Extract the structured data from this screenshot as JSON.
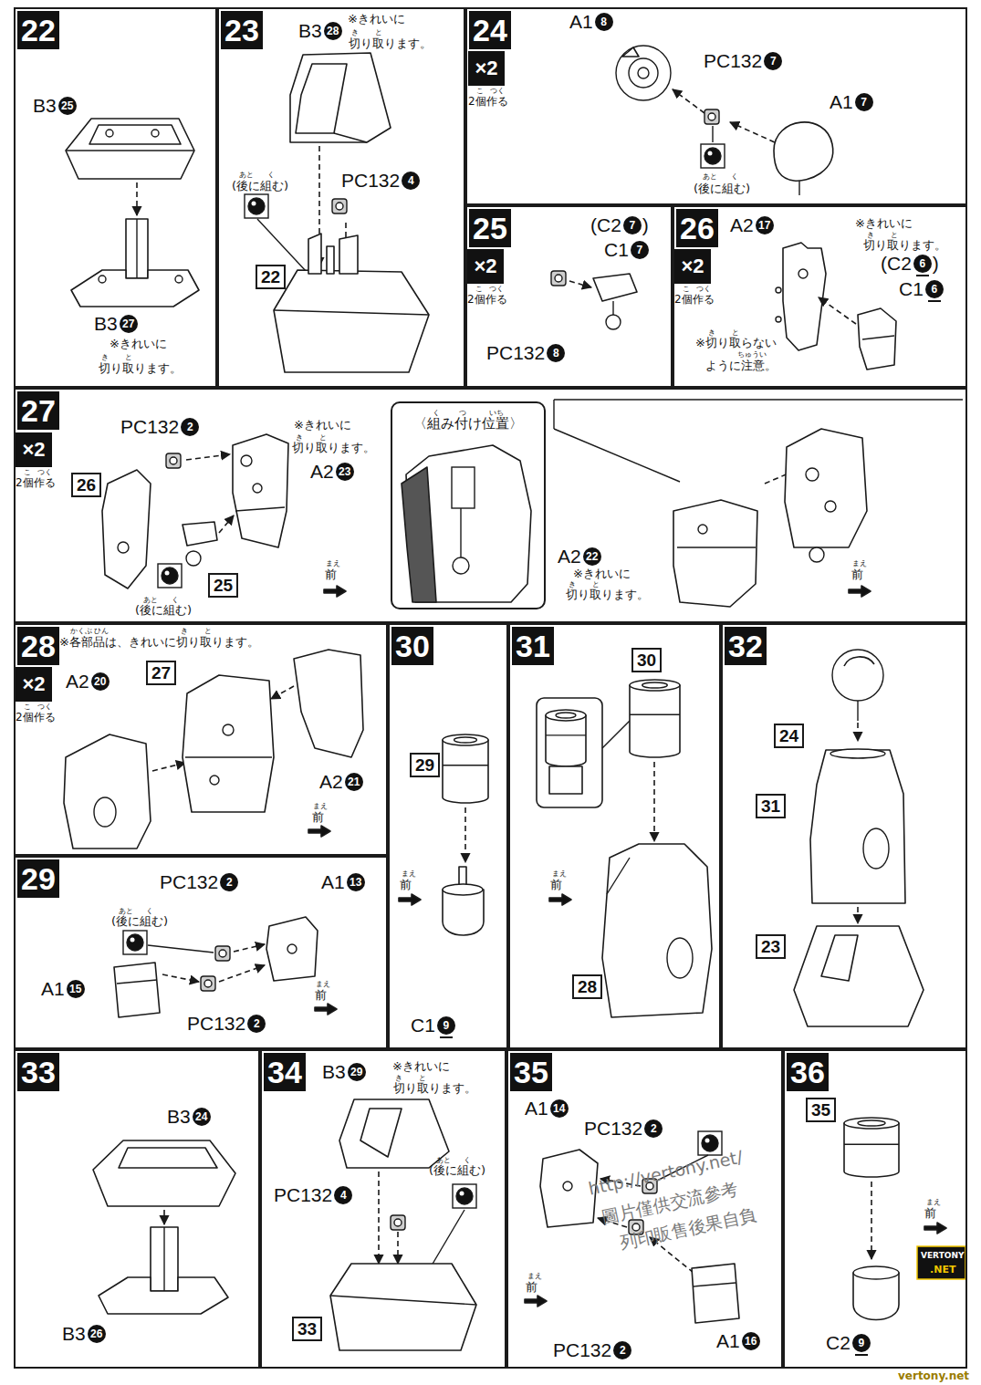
{
  "diagram": {
    "nodes": [
      {
        "text": [
          "22"
        ]
      },
      {
        "text": [
          "23"
        ]
      },
      {
        "text": [
          "22"
        ],
        "in": 1
      },
      {
        "text": [
          "24"
        ]
      },
      {
        "text": [
          "×2",
          "こ",
          "つく",
          "2個作る"
        ],
        "in": 3
      },
      {
        "text": [
          "25"
        ]
      },
      {
        "text": [
          "×2",
          "こ",
          "つく",
          "2個作る"
        ],
        "in": 5
      },
      {
        "text": [
          "26"
        ]
      },
      {
        "text": [
          "×2",
          "こ",
          "つく",
          "2個作る"
        ],
        "in": 7
      },
      {
        "text": [
          "27"
        ]
      },
      {
        "text": [
          "×2",
          "こ",
          "つく",
          "2個作る"
        ],
        "in": 9
      },
      {
        "text": [
          "26"
        ],
        "in": 9
      },
      {
        "text": [
          "25"
        ],
        "in": 9
      },
      {
        "text": [
          "〈組み付け位置〉"
        ],
        "in": 9
      },
      {
        "text": [
          "28"
        ]
      },
      {
        "text": [
          "×2",
          "こ",
          "つく",
          "2個作る"
        ],
        "in": 14
      },
      {
        "text": [
          "27"
        ],
        "in": 14
      },
      {
        "text": [
          "29"
        ]
      },
      {
        "text": [
          "30"
        ]
      },
      {
        "text": [
          "29"
        ],
        "in": 18
      },
      {
        "text": [
          "31"
        ]
      },
      {
        "text": [
          "30"
        ],
        "in": 20
      },
      {
        "text": [
          "28"
        ],
        "in": 20
      },
      {
        "text": [
          "32"
        ]
      },
      {
        "text": [
          "24"
        ],
        "in": 23
      },
      {
        "text": [
          "31"
        ],
        "in": 23
      },
      {
        "text": [
          "23"
        ],
        "in": 23
      },
      {
        "text": [
          "33"
        ]
      },
      {
        "text": [
          "34"
        ]
      },
      {
        "text": [
          "33"
        ],
        "in": 28
      },
      {
        "text": [
          "35"
        ]
      },
      {
        "text": [
          "36"
        ]
      },
      {
        "text": [
          "35"
        ],
        "in": 31
      }
    ],
    "labels": [
      "B3",
      "25",
      "B3",
      "27",
      "※きれいに",
      "き",
      "と",
      "切り取ります。",
      "B3",
      "28",
      "※きれいに",
      "き",
      "と",
      "切り取ります。",
      "あと",
      "く",
      "(後に組む)",
      "PC132",
      "4",
      "A1",
      "8",
      "PC132",
      "7",
      "A1",
      "7",
      "あと",
      "く",
      "(後に組む)",
      "(C2",
      "7",
      ")",
      "C1",
      "7",
      "PC132",
      "8",
      "A2",
      "17",
      "※きれいに",
      "き",
      "と",
      "切り取ります。",
      "(C2",
      "6",
      ")",
      "C1",
      "6",
      "き",
      "と",
      "※切り取らない",
      "ちゅうい",
      "ように注意。",
      "PC132",
      "2",
      "※きれいに",
      "き",
      "と",
      "切り取ります。",
      "A2",
      "23",
      "あと",
      "く",
      "(後に組む)",
      "まえ",
      "前",
      "く",
      "つ",
      "いち",
      "A2",
      "22",
      "※きれいに",
      "き",
      "と",
      "切り取ります。",
      "まえ",
      "前",
      "かく",
      "ぶ",
      "ひん",
      "き",
      "と",
      "※各部品は、きれいに切り取ります。",
      "A2",
      "20",
      "A2",
      "21",
      "まえ",
      "前",
      "PC132",
      "2",
      "A1",
      "13",
      "あと",
      "く",
      "(後に組む)",
      "A1",
      "15",
      "まえ",
      "前",
      "PC132",
      "2",
      "まえ",
      "前",
      "C1",
      "9",
      "まえ",
      "前",
      "B3",
      "24",
      "B3",
      "26",
      "B3",
      "29",
      "※きれいに",
      "き",
      "と",
      "切り取ります。",
      "PC132",
      "4",
      "あと",
      "く",
      "(後に組む)",
      "A1",
      "14",
      "PC132",
      "2",
      "まえ",
      "前",
      "PC132",
      "2",
      "A1",
      "16",
      "まえ",
      "前",
      "C2",
      "9",
      "http://vertony.net/",
      "圖片僅供交流參考",
      "列印販售後果自負",
      "VERTONY",
      ".NET",
      "vertony.net"
    ]
  }
}
